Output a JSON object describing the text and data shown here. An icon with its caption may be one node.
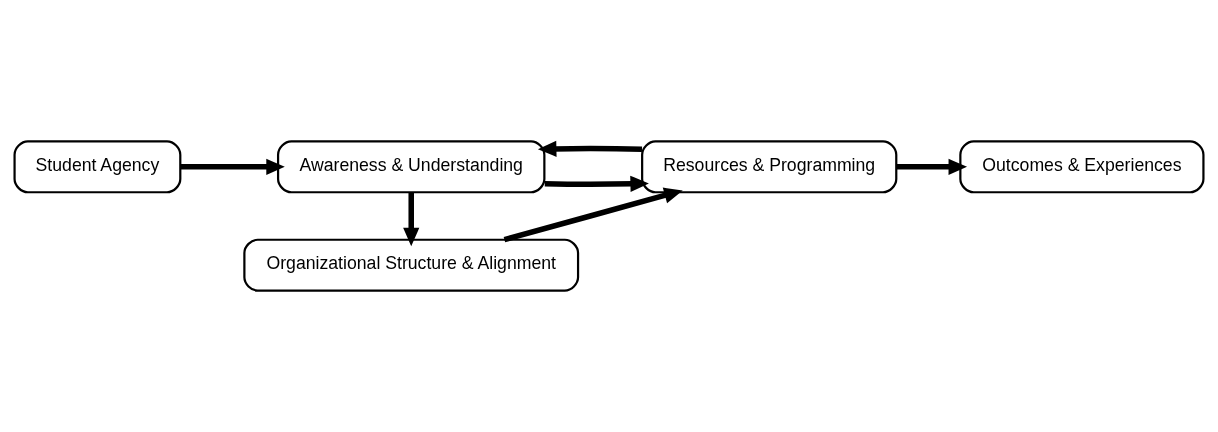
{
  "diagram": {
    "nodes": [
      {
        "text": [
          "Student Agency"
        ]
      },
      {
        "text": [
          "Awareness & Understanding"
        ]
      },
      {
        "text": [
          "Organizational Structure & Alignment"
        ]
      },
      {
        "text": [
          "Resources & Programming"
        ]
      },
      {
        "text": [
          "Outcomes & Experiences"
        ]
      }
    ],
    "edges": [
      {
        "from": 0,
        "to": 1,
        "arrow": "to"
      },
      {
        "from": 1,
        "to": 2,
        "arrow": "to"
      },
      {
        "from": 1,
        "to": 3,
        "arrow": "to"
      },
      {
        "from": 3,
        "to": 1,
        "arrow": "to"
      },
      {
        "from": 2,
        "to": 3,
        "arrow": "to"
      },
      {
        "from": 3,
        "to": 4,
        "arrow": "to"
      }
    ]
  }
}
